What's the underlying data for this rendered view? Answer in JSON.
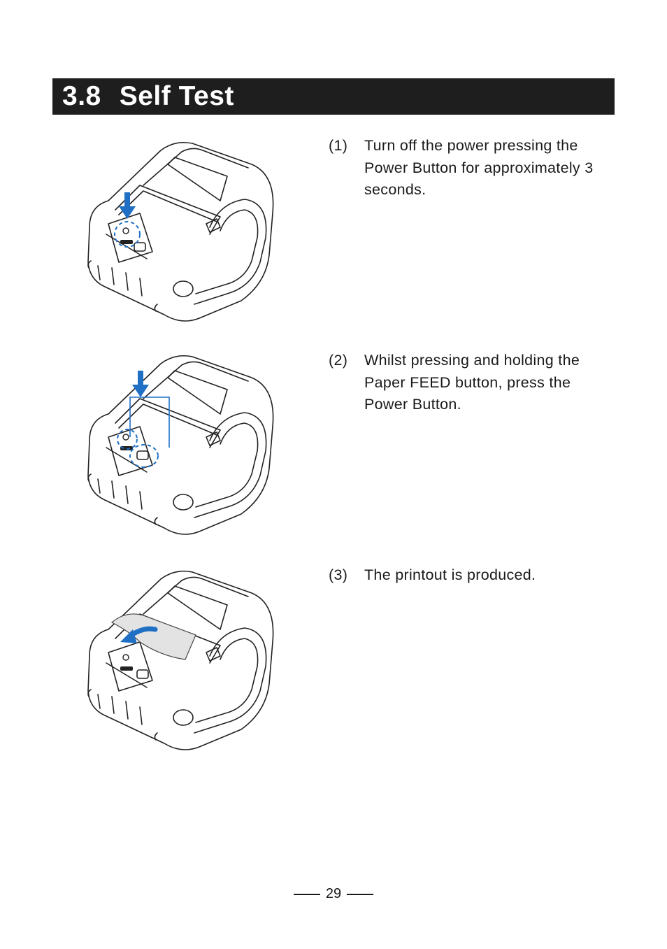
{
  "section": {
    "number": "3.8",
    "title": "Self Test"
  },
  "steps": [
    {
      "number": "(1)",
      "text": "Turn off the power pressing the Power Button for approximately 3 seconds."
    },
    {
      "number": "(2)",
      "text": "Whilst pressing and holding the Paper FEED button, press the Power Button."
    },
    {
      "number": "(3)",
      "text": "The printout is produced."
    }
  ],
  "page_number": "29",
  "colors": {
    "title_bar": "#1e1e1e",
    "indicator_blue": "#1f6fc5"
  }
}
